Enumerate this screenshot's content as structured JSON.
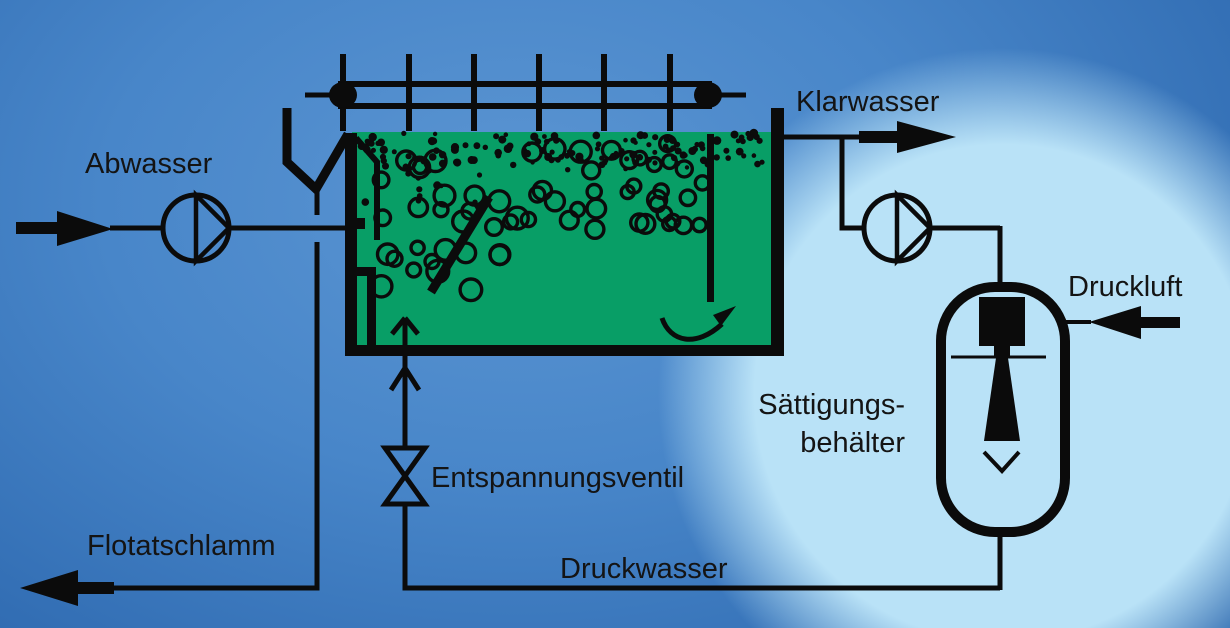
{
  "diagram": {
    "labels": {
      "abwasser": "Abwasser",
      "klarwasser": "Klarwasser",
      "druckluft": "Druckluft",
      "saettigung_line1": "Sättigungs-",
      "saettigung_line2": "behälter",
      "entspannungsventil": "Entspannungsventil",
      "flotatschlamm": "Flotatschlamm",
      "druckwasser": "Druckwasser"
    },
    "components": [
      "wastewater-inlet-arrow",
      "feed-pump-icon",
      "sludge-hopper",
      "flotation-tank",
      "scraper-conveyor-icon",
      "inclined-plate",
      "outlet-baffle",
      "clearwater-outlet-arrow",
      "recycle-pump-icon",
      "saturation-vessel-icon",
      "compressed-air-arrow",
      "expansion-valve-icon",
      "sludge-outlet-arrow",
      "pressure-water-line",
      "injection-nozzle-icon"
    ],
    "colors": {
      "background_center": "#5b95d2",
      "background_edge": "#2b66ad",
      "glow": "#b9e2f7",
      "tank_fill": "#089e66",
      "line": "#0b0b0b",
      "text": "#141414"
    }
  },
  "bubbles": {
    "seed": 7,
    "dots": [
      {
        "count": 118,
        "x": [
          360,
          764
        ],
        "y": [
          133,
          165
        ],
        "r": [
          2.2,
          4.3
        ]
      },
      {
        "count": 14,
        "x": [
          362,
          480
        ],
        "y": [
          165,
          208
        ],
        "r": [
          2.2,
          4.0
        ]
      },
      {
        "count": 16,
        "x": [
          470,
          700
        ],
        "y": [
          150,
          178
        ],
        "r": [
          2.2,
          4.0
        ]
      }
    ],
    "rings": [
      {
        "count": 26,
        "x": [
          363,
          500
        ],
        "y": [
          150,
          298
        ],
        "r": [
          6.5,
          11
        ]
      },
      {
        "count": 22,
        "x": [
          500,
          650
        ],
        "y": [
          148,
          230
        ],
        "r": [
          6.5,
          11
        ]
      },
      {
        "count": 14,
        "x": [
          648,
          704
        ],
        "y": [
          141,
          228
        ],
        "r": [
          6.5,
          10
        ]
      }
    ]
  }
}
